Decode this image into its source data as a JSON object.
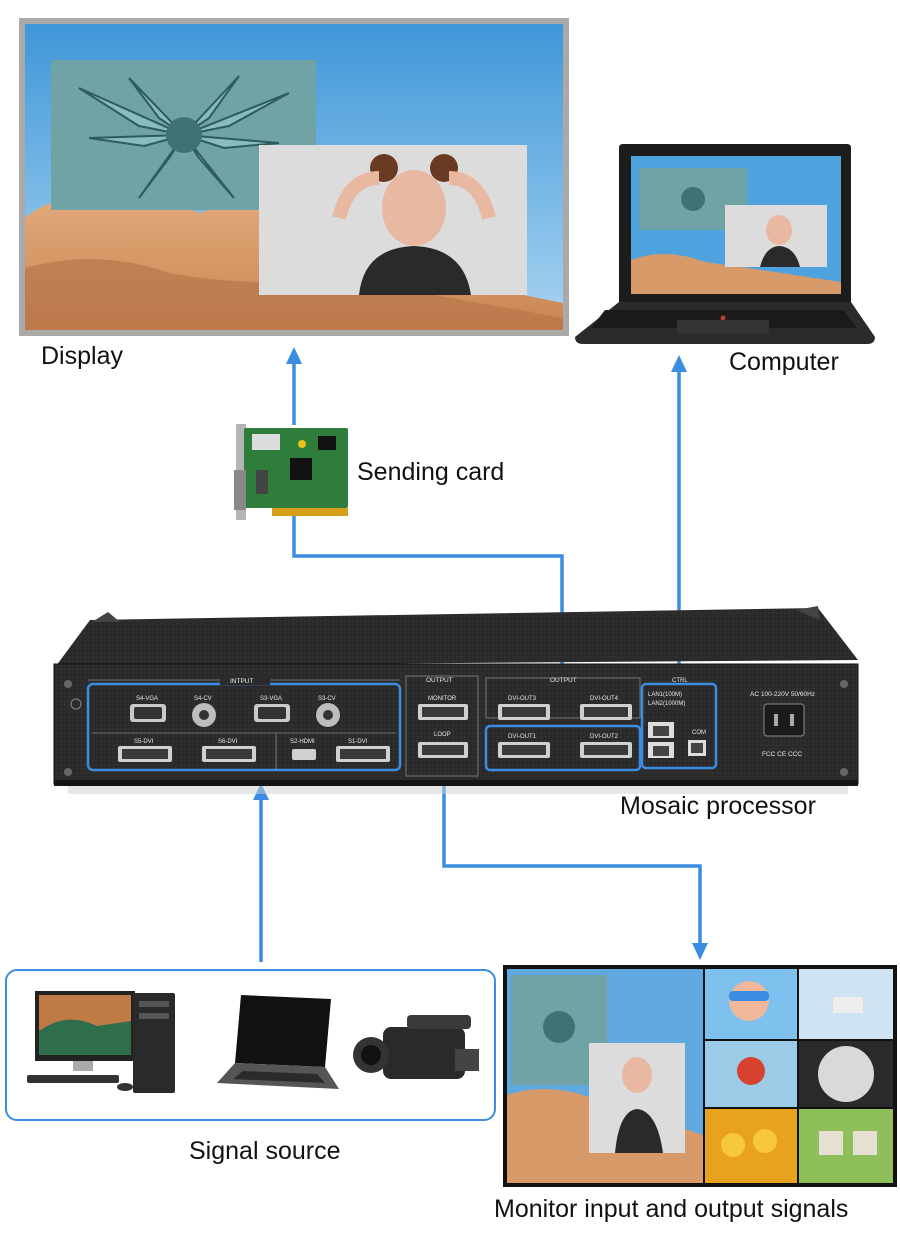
{
  "labels": {
    "display": "Display",
    "computer": "Computer",
    "sending_card": "Sending card",
    "processor": "Mosaic processor",
    "signal_source": "Signal source",
    "monitor": "Monitor input and output signals"
  },
  "panel": {
    "input_title": "INTPUT",
    "output_title_left": "OUTPUT",
    "output_title_right": "OUTPUT",
    "ctrl_title": "CTRL",
    "ports": {
      "s4_vga": "S4-VGA",
      "s4_cv": "S4-CV",
      "s3_vga": "S3-VGA",
      "s3_cv": "S3-CV",
      "s5_dvi": "S5-DVI",
      "s6_dvi": "S6-DVI",
      "s2_hdmi": "S2-HDMI",
      "s1_dvi": "S1-DVI",
      "monitor": "MONITOR",
      "loop": "LOOP",
      "dvi_out3": "DVI-OUT3",
      "dvi_out4": "DVI-OUT4",
      "dvi_out1": "DVI-OUT1",
      "dvi_out2": "DVI-OUT2",
      "lan1": "LAN1(100M)",
      "lan2": "LAN2(1000M)",
      "com": "COM"
    },
    "power": "AC 100-220V 50/60Hz",
    "certs": "FCC CE CCC"
  },
  "colors": {
    "connector": "#3a8de0",
    "chassis": "#2a2a2a",
    "screen_sky": "#4ea3df"
  }
}
